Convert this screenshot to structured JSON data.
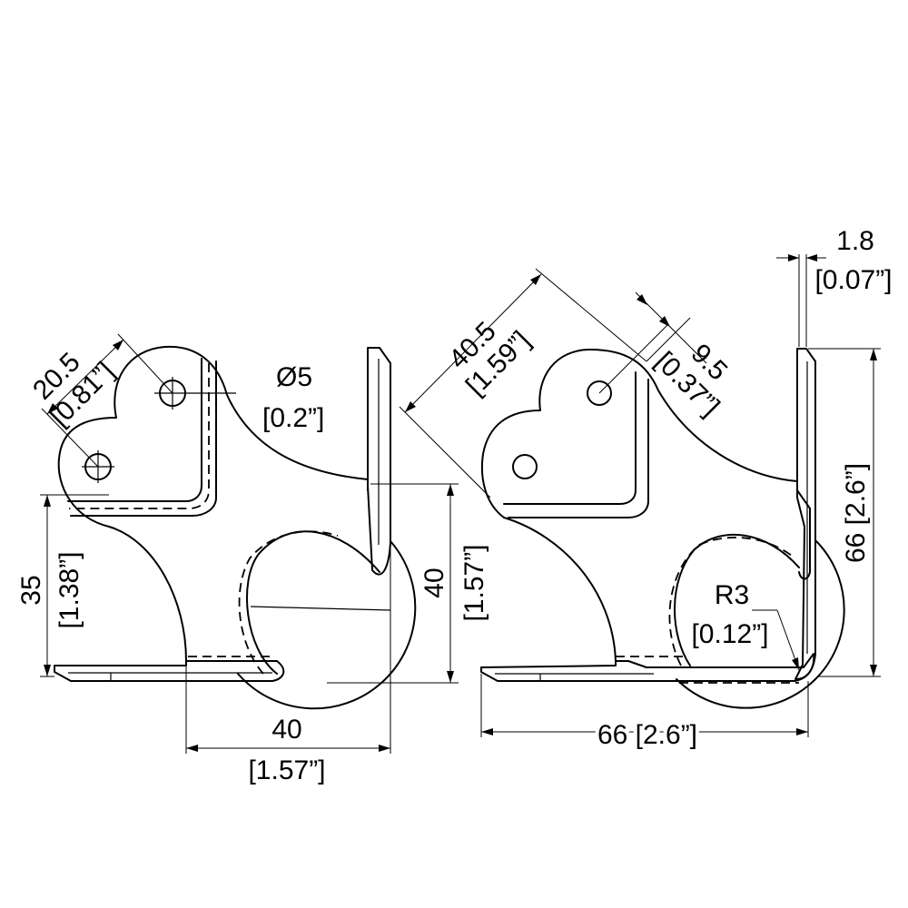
{
  "colors": {
    "line": "#000000",
    "background": "#ffffff"
  },
  "left_view": {
    "dim_hole_spacing": {
      "mm": "20.5",
      "inch": "[0.81”]"
    },
    "dim_hole_diameter": {
      "mm": "Ø5",
      "inch": "[0.2”]"
    },
    "dim_height_35": {
      "mm": "35",
      "inch": "[1.38”]"
    },
    "dim_height_40": {
      "mm": "40",
      "inch": "[1.57”]"
    },
    "dim_width_40": {
      "mm": "40",
      "inch": "[1.57”]"
    }
  },
  "right_view": {
    "dim_diagonal": {
      "mm": "40.5",
      "inch": "[1.59”]"
    },
    "dim_hole_offset": {
      "mm": "9.5",
      "inch": "[0.37”]"
    },
    "dim_thickness": {
      "mm": "1.8",
      "inch": "[0.07”]"
    },
    "dim_height_66": {
      "text": "66 [2.6”]"
    },
    "dim_width_66": {
      "text": "66 [2.6”]"
    },
    "dim_radius": {
      "mm": "R3",
      "inch": "[0.12”]"
    }
  }
}
